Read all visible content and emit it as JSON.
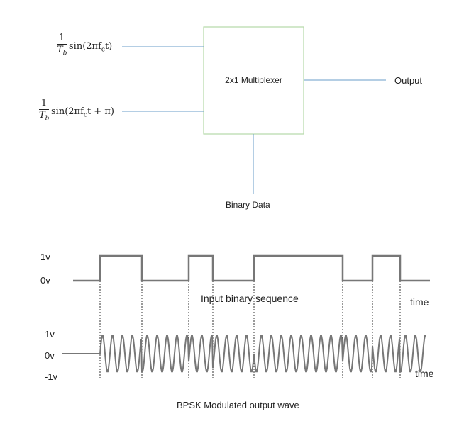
{
  "block_diagram": {
    "mux_label": "2x1 Multiplexer",
    "output_label": "Output",
    "binary_data_label": "Binary Data",
    "input1": {
      "numerator": "1",
      "denominator": "T",
      "denominator_sub": "b",
      "expr": "sin(2πf",
      "expr_sub": "c",
      "expr_tail": "t)"
    },
    "input2": {
      "numerator": "1",
      "denominator": "T",
      "denominator_sub": "b",
      "expr": "sin(2πf",
      "expr_sub": "c",
      "expr_tail": "t + π)"
    },
    "colors": {
      "box_border": "#b5d9a8",
      "lines": "#6a9ec9"
    }
  },
  "waveform": {
    "binary_levels": {
      "high": "1v",
      "low": "0v"
    },
    "bpsk_levels": {
      "high": "1v",
      "zero": "0v",
      "low": "-1v"
    },
    "input_caption": "Input binary sequence",
    "time_label_1": "time",
    "time_label_2": "time",
    "output_caption": "BPSK Modulated output wave",
    "bit_sequence": [
      0,
      1,
      0,
      1,
      0,
      1,
      0,
      1,
      0
    ],
    "colors": {
      "wave": "#777777"
    }
  }
}
